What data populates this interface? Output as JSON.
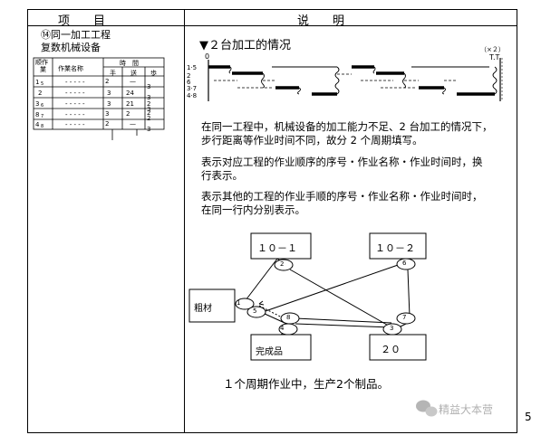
{
  "header": {
    "col_left": "项　　目",
    "col_right": "说　　明"
  },
  "left": {
    "item_title": "⑭同一加工工程",
    "item_subtitle": "复数机械设备",
    "table": {
      "h_order": "顺作",
      "h_order2": "業",
      "h_name": "作業名称",
      "h_time": "時　間",
      "h_hand": "手",
      "h_feed": "送",
      "h_step": "歩",
      "rows": [
        {
          "no": "1",
          "sub": "5",
          "name": "- - - - -",
          "hand": "2",
          "feed": "—",
          "step": "",
          "step2": "3"
        },
        {
          "no": "2",
          "sub": "",
          "name": "- - - - -",
          "hand": "3",
          "feed": "24",
          "step": "",
          "step2": "3"
        },
        {
          "no": "3",
          "sub": "6",
          "name": "- - - - -",
          "hand": "3",
          "feed": "21",
          "step": "2",
          "step2": "3"
        },
        {
          "no": "8",
          "sub": "7",
          "name": "- - - - -",
          "hand": "3",
          "feed": "2",
          "step": "2",
          "step2": "2"
        },
        {
          "no": "4",
          "sub": "8",
          "name": "- - - - -",
          "hand": "2",
          "feed": "—",
          "step": "",
          "step2": "3"
        }
      ]
    }
  },
  "right": {
    "section_title": "▼２台加工的情况",
    "chart": {
      "row_labels": [
        "1·5",
        "2",
        "6",
        "3·7",
        "4·8"
      ],
      "zero": "0",
      "tt_mult": "（×２）",
      "tt": "T.T"
    },
    "paragraphs": [
      "在同一工程中，机械设备的加工能力不足、2 台加工的情况下，",
      "步行距离等作业时间不同，故分 2 个周期填写。",
      "表示对应工程的作业顺序的序号・作业名称・作业时间时，换",
      "行表示。",
      "表示其他的工程的作业手顺的序号・作业名称・作业时间时，",
      "在同一行内分别表示。"
    ],
    "diagram": {
      "box1": "１０－１",
      "box2": "１０－２",
      "box_material": "粗材",
      "box_finished": "完成品",
      "box_20": "２０",
      "nodes": [
        "1",
        "2",
        "3",
        "4",
        "5",
        "6",
        "7",
        "8"
      ]
    },
    "footer_note": "１个周期作业中，生产2个制品。",
    "watermark": "精益大本营",
    "page_number": "5"
  }
}
